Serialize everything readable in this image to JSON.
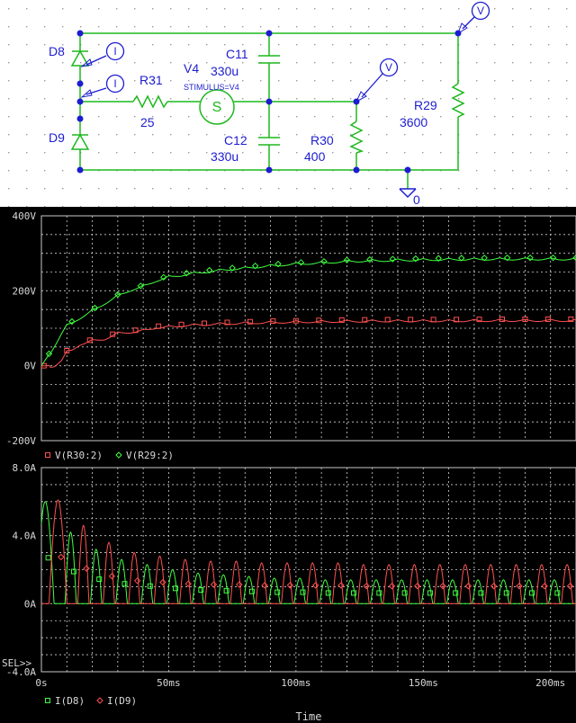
{
  "schematic": {
    "components": {
      "D8": {
        "ref": "D8"
      },
      "D9": {
        "ref": "D9"
      },
      "R31": {
        "ref": "R31",
        "value": "25"
      },
      "V4": {
        "ref": "V4",
        "value": "STIMULUS=V4"
      },
      "C11": {
        "ref": "C11",
        "value": "330u"
      },
      "C12": {
        "ref": "C12",
        "value": "330u"
      },
      "R30": {
        "ref": "R30",
        "value": "400"
      },
      "R29": {
        "ref": "R29",
        "value": "3600"
      }
    },
    "probes": {
      "current": "I",
      "voltage": "V"
    },
    "ground": {
      "label": "0"
    },
    "source_symbol": "S"
  },
  "chart_data": [
    {
      "type": "line",
      "ylim": [
        -200,
        400
      ],
      "yticks": [
        "400V",
        "200V",
        "0V",
        "-200V"
      ],
      "xlim": [
        0,
        210
      ],
      "series": [
        {
          "name": "V(R30:2)",
          "color": "#ff5050",
          "marker": "square",
          "x": [
            0,
            2,
            5,
            8,
            10,
            12,
            15,
            20,
            25,
            30,
            35,
            40,
            45,
            50,
            55,
            60,
            70,
            80,
            90,
            100,
            120,
            140,
            160,
            180,
            200,
            210
          ],
          "y": [
            0,
            0,
            3,
            18,
            40,
            45,
            60,
            70,
            75,
            90,
            93,
            97,
            105,
            107,
            110,
            112,
            115,
            117,
            119,
            120,
            122,
            123,
            123,
            124,
            124,
            124
          ]
        },
        {
          "name": "V(R29:2)",
          "color": "#40ff40",
          "marker": "diamond",
          "x": [
            0,
            2,
            5,
            8,
            10,
            15,
            20,
            25,
            30,
            35,
            40,
            45,
            50,
            55,
            60,
            70,
            80,
            90,
            100,
            110,
            120,
            140,
            160,
            180,
            200,
            210
          ],
          "y": [
            0,
            20,
            55,
            90,
            110,
            130,
            150,
            170,
            190,
            205,
            215,
            230,
            240,
            245,
            250,
            258,
            264,
            270,
            275,
            278,
            282,
            285,
            287,
            288,
            288,
            288
          ]
        }
      ]
    },
    {
      "type": "line",
      "ylim": [
        -4,
        8
      ],
      "yticks": [
        "8.0A",
        "4.0A",
        "0A",
        "-4.0A"
      ],
      "xlim": [
        0,
        210
      ],
      "xticks": [
        "0s",
        "50ms",
        "100ms",
        "150ms",
        "200ms"
      ],
      "xlabel": "Time",
      "series": [
        {
          "name": "I(D8)",
          "color": "#40ff40",
          "marker": "square",
          "peaks_x": [
            1.5,
            11.5,
            21.5,
            31.5,
            41.5,
            51.5,
            61.5,
            71.5,
            81.5,
            91.5,
            101.5,
            111.5,
            121.5,
            131.5,
            141.5,
            151.5,
            161.5,
            171.5,
            181.5,
            191.5,
            201.5
          ],
          "peaks_y": [
            6.0,
            4.2,
            3.2,
            2.6,
            2.3,
            2.0,
            1.8,
            1.7,
            1.6,
            1.5,
            1.5,
            1.4,
            1.4,
            1.4,
            1.4,
            1.4,
            1.4,
            1.4,
            1.4,
            1.4,
            1.4
          ]
        },
        {
          "name": "I(D9)",
          "color": "#ff5050",
          "marker": "diamond",
          "peaks_x": [
            6.5,
            16.5,
            26.5,
            36.5,
            46.5,
            56.5,
            66.5,
            76.5,
            86.5,
            96.5,
            106.5,
            116.5,
            126.5,
            136.5,
            146.5,
            156.5,
            166.5,
            176.5,
            186.5,
            196.5,
            206.5
          ],
          "peaks_y": [
            6.1,
            4.6,
            3.6,
            3.0,
            2.8,
            2.6,
            2.5,
            2.5,
            2.4,
            2.4,
            2.4,
            2.4,
            2.3,
            2.3,
            2.3,
            2.3,
            2.3,
            2.3,
            2.3,
            2.3,
            2.3
          ]
        }
      ],
      "sel_label": "SEL>>"
    }
  ]
}
